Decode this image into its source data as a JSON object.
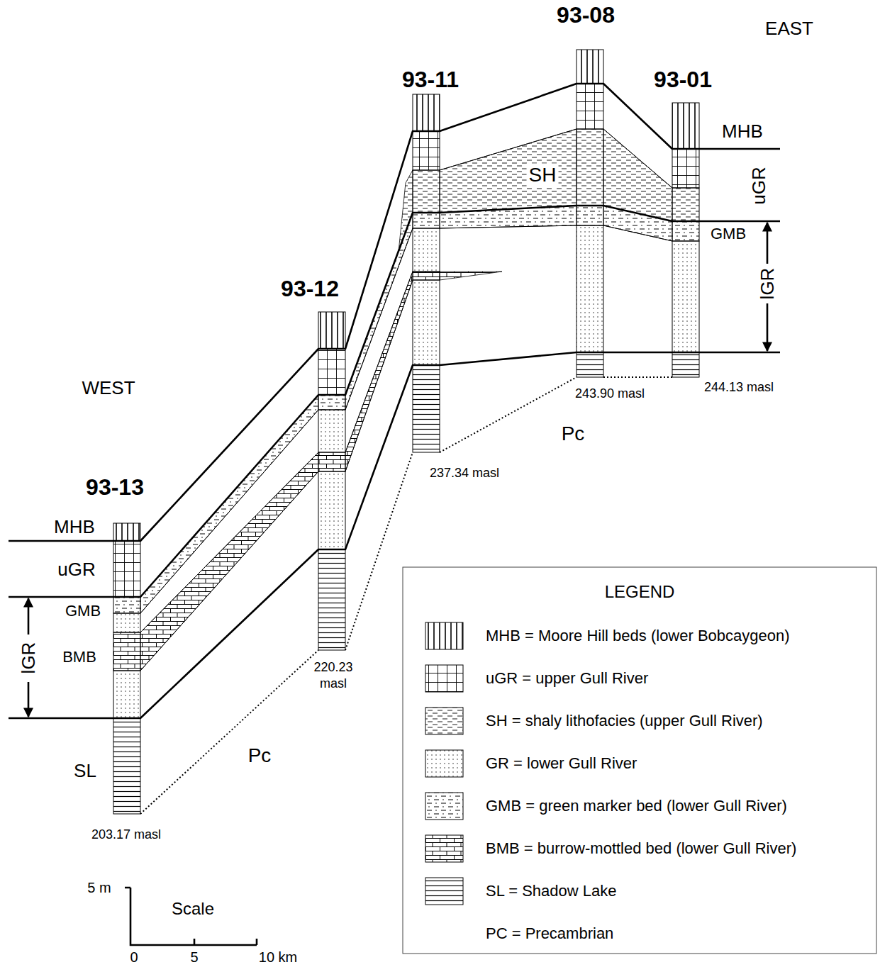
{
  "diagram": {
    "labels": [
      "93-08",
      "EAST",
      "93-11",
      "93-01",
      "MHB",
      "SH",
      "uGR",
      "GMB",
      "lGR",
      "243.90 masl",
      "244.13 masl",
      "Pc",
      "237.34 masl",
      "93-12",
      "WEST",
      "93-13",
      "MHB",
      "uGR",
      "GMB",
      "lGR",
      "BMB",
      "220.23 masl",
      "Pc",
      "SL",
      "203.17 masl",
      "LEGEND",
      "5 m",
      "Scale",
      "0",
      "5",
      "10 km"
    ],
    "legend": [
      {
        "text": "MHB = Moore Hill beds (lower Bobcaygeon)"
      },
      {
        "text": "uGR = upper Gull River"
      },
      {
        "text": "SH = shaly lithofacies (upper Gull River)"
      },
      {
        "text": "GR = lower Gull River"
      },
      {
        "text": "GMB = green marker bed (lower Gull River)"
      },
      {
        "text": "BMB = burrow-mottled bed (lower Gull River)"
      },
      {
        "text": "SL = Shadow Lake"
      },
      {
        "text": "PC = Precambrian"
      }
    ]
  }
}
